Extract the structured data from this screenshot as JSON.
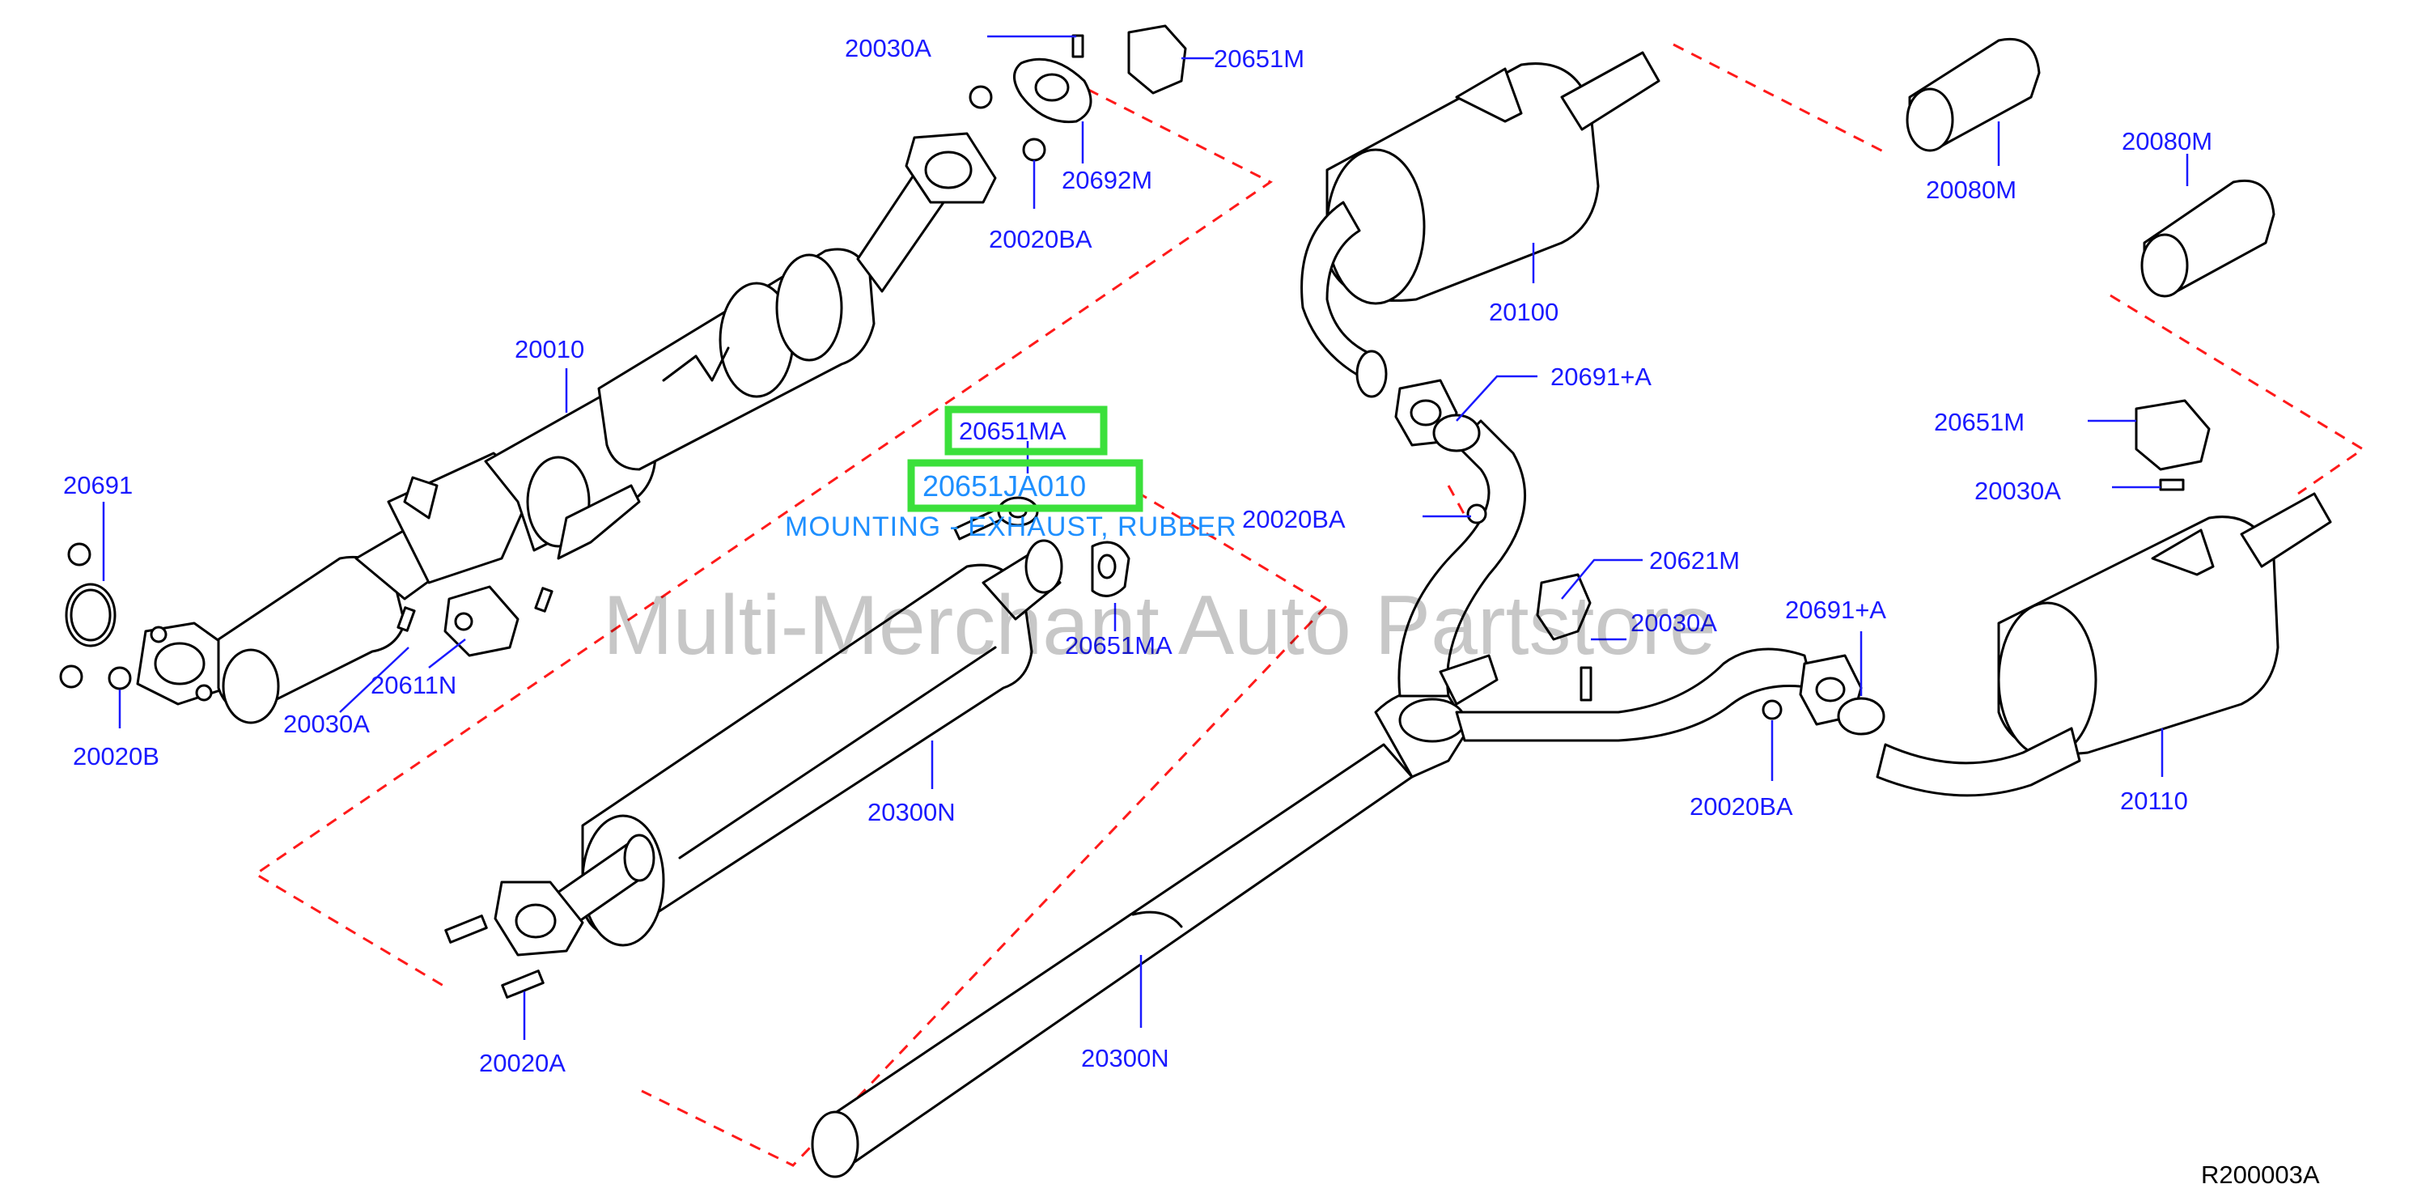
{
  "highlight": {
    "part_label": "20651MA",
    "part_number": "20651JA010",
    "description": "MOUNTING - EXHAUST, RUBBER"
  },
  "watermark": "Multi-Merchant Auto Partstore",
  "diagram_ref": "R200003A",
  "callouts": [
    "20030A",
    "20651M",
    "20692M",
    "20020BA",
    "20010",
    "20691",
    "20020B",
    "20030A",
    "20611N",
    "20651MA",
    "20300N",
    "20020A",
    "20300N",
    "20100",
    "20080M",
    "20080M",
    "20691+A",
    "20020BA",
    "20651M",
    "20030A",
    "20621M",
    "20030A",
    "20691+A",
    "20020BA",
    "20110"
  ]
}
